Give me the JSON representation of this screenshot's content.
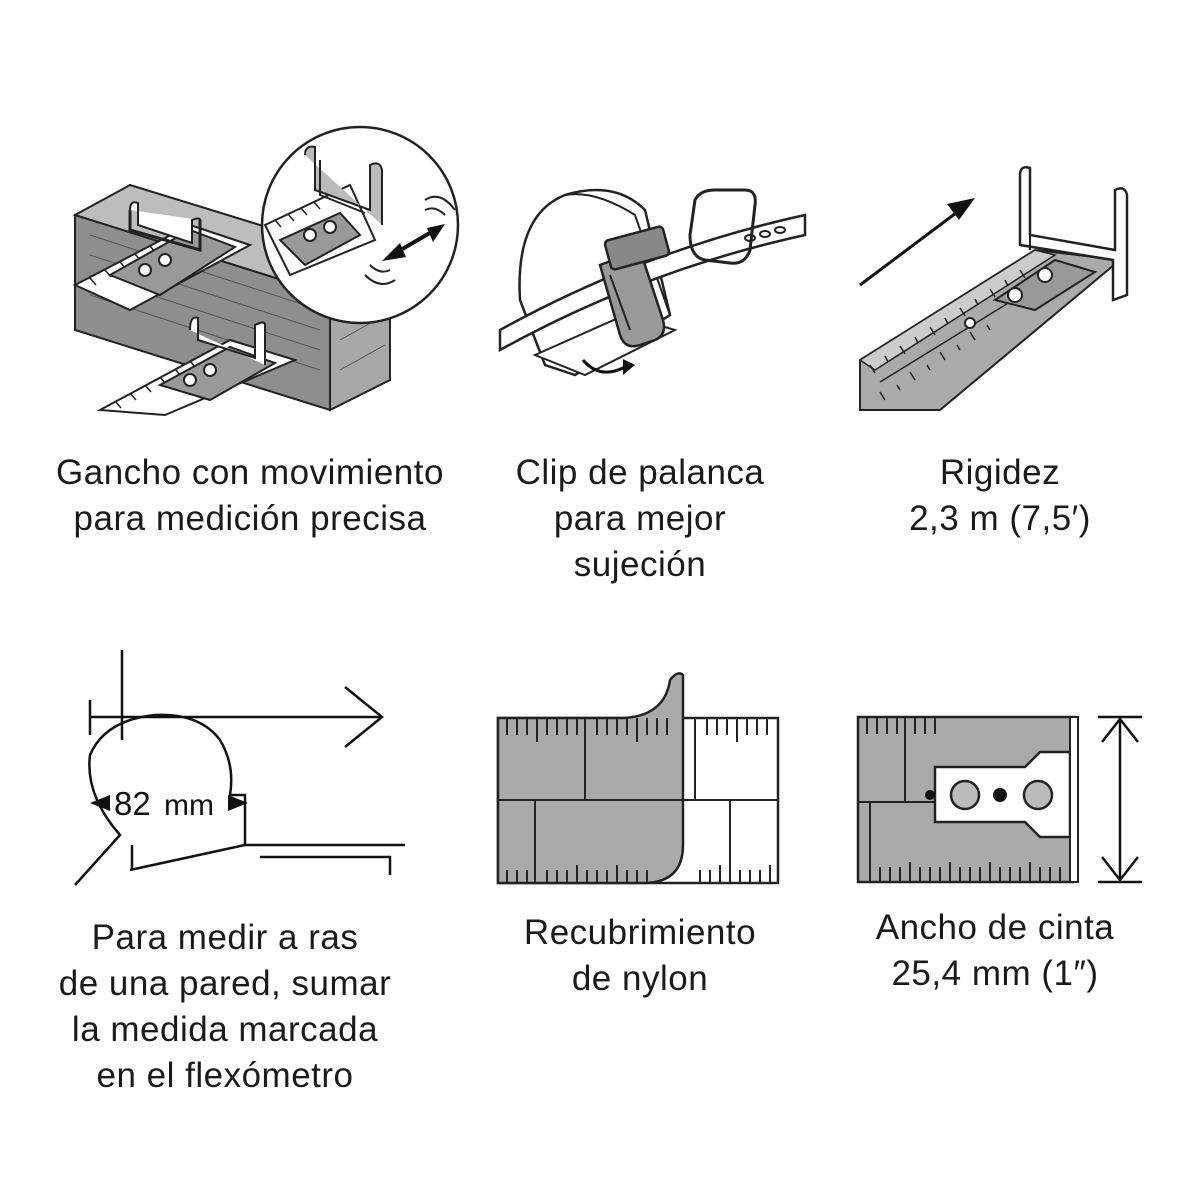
{
  "features": [
    {
      "id": "hook",
      "icon": "sliding-hook-icon",
      "lines": [
        "Gancho con movimiento",
        "para medición precisa"
      ]
    },
    {
      "id": "clip",
      "icon": "belt-clip-icon",
      "lines": [
        "Clip de palanca",
        "para mejor",
        "sujeción"
      ]
    },
    {
      "id": "rigidity",
      "icon": "tape-standout-icon",
      "lines": [
        "Rigidez",
        "2,3 m (7,5′)"
      ]
    },
    {
      "id": "flush",
      "icon": "case-measure-icon",
      "lines": [
        "Para medir a ras",
        "de una pared, sumar",
        "la medida marcada",
        "en el flexómetro"
      ],
      "case_size": "82",
      "case_unit": "mm"
    },
    {
      "id": "coating",
      "icon": "nylon-coating-icon",
      "lines": [
        "Recubrimiento",
        "de nylon"
      ]
    },
    {
      "id": "width",
      "icon": "tape-width-icon",
      "lines": [
        "Ancho de cinta",
        "25,4 mm (1″)"
      ]
    }
  ]
}
